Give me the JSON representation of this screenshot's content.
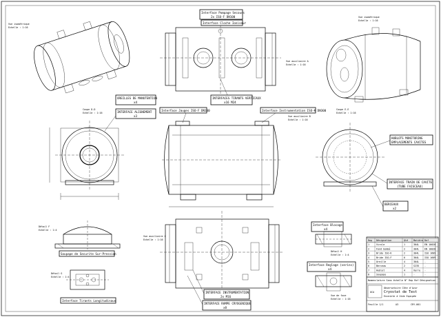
{
  "views": {
    "iso_left": {
      "label": "Vue isométrique",
      "scale": "Echelle : 1:16"
    },
    "iso_right": {
      "label": "Vue isométrique",
      "scale": "Echelle : 1:16"
    },
    "view_a": {
      "label": "Vue auxiliaire A",
      "scale": "Echelle : 1:16"
    },
    "view_b": {
      "label": "Vue auxiliaire B",
      "scale": "Echelle : 1:16"
    },
    "view_c": {
      "label": "Vue auxiliaire C",
      "scale": "Echelle : 1:16"
    },
    "coupe_d": {
      "label": "Coupe D-D",
      "scale": "Echelle : 1:16"
    },
    "coupe_e": {
      "label": "Coupe E-E",
      "scale": "Echelle : 1:16"
    },
    "detail_f": {
      "label": "Détail F",
      "scale": "Echelle : 1:4"
    },
    "detail_g": {
      "label": "Détail G",
      "scale": "Echelle : 1:4"
    },
    "detail_h": {
      "label": "Détail H",
      "scale": "Echelle : 1:4"
    },
    "vue_face": {
      "label": "Vue de face",
      "scale": "Echelle : 1:16"
    }
  },
  "callouts": {
    "pompage": {
      "title": "Interface Pompage Secours",
      "qty": "2x ISO-F DN100"
    },
    "cloche": {
      "title": "Interface Cloche Ioniseur",
      "qty": ""
    },
    "tirants_vert": {
      "title": "INTERFACES TIRANTS VERTICAUX",
      "qty": "x16 M24"
    },
    "oreilles": {
      "title": "OREILLES DE MANUTENTION",
      "qty": "x4"
    },
    "alignement": {
      "title": "INTERFACE ALIGNEMENT",
      "qty": "x3"
    },
    "jauges": {
      "title": "Interface Jauges ISO-F DN100",
      "qty": ""
    },
    "instrum_top": {
      "title": "Interface Instrumentation ISO-K DN300",
      "qty": ""
    },
    "hublots": {
      "title": "HUBLOTS MONITORING",
      "qty": "EMPLACEMENTS CAVITES"
    },
    "trains": {
      "title": "INTERFACE TRAIN DE CAVITE",
      "qty": "(TUBE FAISCEAU)"
    },
    "berceaux": {
      "title": "BERCEAUX",
      "qty": "x2"
    },
    "soupape": {
      "title": "Soupape de Securite Sur-Pression",
      "qty": ""
    },
    "tirants_long": {
      "title": "Interface Tirants Longitudinaux",
      "qty": ""
    },
    "instrum_bottom": {
      "title": "INTERFACE INSTRUMENTATION",
      "qty": "2x M16"
    },
    "rampe": {
      "title": "INTERFACE RAMPE CRYOGENIQUE",
      "qty": "x8"
    },
    "blocage": {
      "title": "Interface Blocage",
      "qty": "x4"
    },
    "reglage": {
      "title": "Interface Reglage (verins)",
      "qty": "x4"
    }
  },
  "title_block": {
    "table_header": [
      "Rep",
      "Désignation",
      "Qté",
      "Matière",
      "Ref"
    ],
    "rows": [
      [
        "1",
        "Virole",
        "1",
        "304L",
        "EN 10028"
      ],
      [
        "2",
        "Fond bombé",
        "2",
        "304L",
        "EN 10028"
      ],
      [
        "3",
        "Bride ISO-K",
        "2",
        "304L",
        "ISO 1609"
      ],
      [
        "4",
        "Bride ISO-F",
        "6",
        "304L",
        "ISO 1609"
      ],
      [
        "5",
        "Oreille",
        "4",
        "304L",
        "-"
      ],
      [
        "6",
        "Berceau",
        "2",
        "S235",
        "-"
      ],
      [
        "7",
        "Hublot",
        "4",
        "Verre",
        "-"
      ],
      [
        "8",
        "Soupape",
        "1",
        "-",
        "-"
      ]
    ],
    "notes": "Nomenclature  Sans échelle  N° Rep  Ref  Désignation",
    "company": "Observatoire Côte d'Azur",
    "drawing_title": "Cryostat de Test",
    "drawing_subtitle": "Enceinte à Vide Equipée",
    "sheet": "Feuille 1/1",
    "format": "A3",
    "ref": "CRY-001"
  },
  "colors": {
    "ink": "#000000",
    "paper": "#ffffff"
  }
}
